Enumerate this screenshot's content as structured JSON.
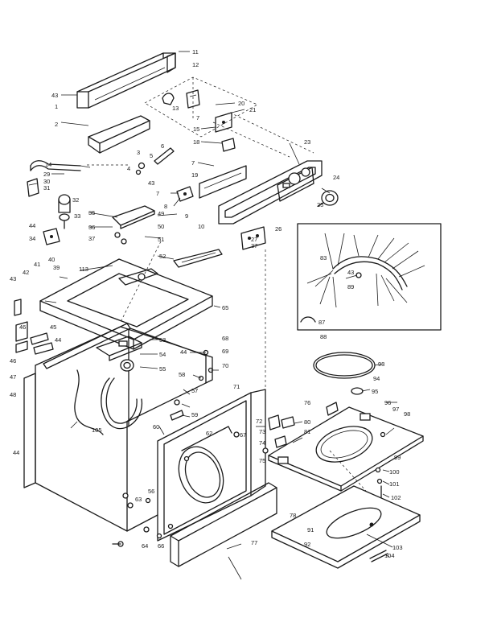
{
  "diagram": {
    "callouts": [
      {
        "id": "c11",
        "text": "11"
      },
      {
        "id": "c12",
        "text": "12"
      },
      {
        "id": "c43a",
        "text": "43"
      },
      {
        "id": "c1",
        "text": "1"
      },
      {
        "id": "c2",
        "text": "2"
      },
      {
        "id": "c13",
        "text": "13"
      },
      {
        "id": "c20",
        "text": "20"
      },
      {
        "id": "c21",
        "text": "21"
      },
      {
        "id": "c7a",
        "text": "7"
      },
      {
        "id": "c15",
        "text": "15"
      },
      {
        "id": "c18",
        "text": "18"
      },
      {
        "id": "c23",
        "text": "23"
      },
      {
        "id": "c3",
        "text": "3"
      },
      {
        "id": "c5",
        "text": "5"
      },
      {
        "id": "c6",
        "text": "6"
      },
      {
        "id": "c4",
        "text": "4"
      },
      {
        "id": "c7b",
        "text": "7"
      },
      {
        "id": "c14",
        "text": "14"
      },
      {
        "id": "c29",
        "text": "29"
      },
      {
        "id": "c30",
        "text": "30"
      },
      {
        "id": "c31",
        "text": "31"
      },
      {
        "id": "c19",
        "text": "19"
      },
      {
        "id": "c43b",
        "text": "43"
      },
      {
        "id": "c24",
        "text": "24"
      },
      {
        "id": "c7c",
        "text": "7"
      },
      {
        "id": "c8",
        "text": "8"
      },
      {
        "id": "c9",
        "text": "9"
      },
      {
        "id": "c25",
        "text": "25"
      },
      {
        "id": "c32",
        "text": "32"
      },
      {
        "id": "c33",
        "text": "33"
      },
      {
        "id": "c35",
        "text": "35"
      },
      {
        "id": "c49",
        "text": "49"
      },
      {
        "id": "c36",
        "text": "36"
      },
      {
        "id": "c50",
        "text": "50"
      },
      {
        "id": "c10",
        "text": "10"
      },
      {
        "id": "c26",
        "text": "26"
      },
      {
        "id": "c44a",
        "text": "44"
      },
      {
        "id": "c34",
        "text": "34"
      },
      {
        "id": "c37a",
        "text": "37"
      },
      {
        "id": "c51",
        "text": "51"
      },
      {
        "id": "c27",
        "text": "27"
      },
      {
        "id": "c37b",
        "text": "37"
      },
      {
        "id": "c40",
        "text": "40"
      },
      {
        "id": "c41",
        "text": "41"
      },
      {
        "id": "c42",
        "text": "42"
      },
      {
        "id": "c39",
        "text": "39"
      },
      {
        "id": "c113",
        "text": "113"
      },
      {
        "id": "c52",
        "text": "52"
      },
      {
        "id": "c43c",
        "text": "43"
      },
      {
        "id": "c83",
        "text": "83"
      },
      {
        "id": "c43d",
        "text": "43"
      },
      {
        "id": "c89",
        "text": "89"
      },
      {
        "id": "c65",
        "text": "65"
      },
      {
        "id": "c87",
        "text": "87"
      },
      {
        "id": "c88",
        "text": "88"
      },
      {
        "id": "c46a",
        "text": "46"
      },
      {
        "id": "c45",
        "text": "45"
      },
      {
        "id": "c44b",
        "text": "44"
      },
      {
        "id": "c53",
        "text": "53"
      },
      {
        "id": "c68",
        "text": "68"
      },
      {
        "id": "c54",
        "text": "54"
      },
      {
        "id": "c44c",
        "text": "44"
      },
      {
        "id": "c69",
        "text": "69"
      },
      {
        "id": "c46b",
        "text": "46"
      },
      {
        "id": "c93",
        "text": "93"
      },
      {
        "id": "c55",
        "text": "55"
      },
      {
        "id": "c70",
        "text": "70"
      },
      {
        "id": "c58",
        "text": "58"
      },
      {
        "id": "c47",
        "text": "47"
      },
      {
        "id": "c94",
        "text": "94"
      },
      {
        "id": "c57",
        "text": "57"
      },
      {
        "id": "c71",
        "text": "71"
      },
      {
        "id": "c95",
        "text": "95"
      },
      {
        "id": "c48",
        "text": "48"
      },
      {
        "id": "c76",
        "text": "76"
      },
      {
        "id": "c96",
        "text": "96"
      },
      {
        "id": "c97",
        "text": "97"
      },
      {
        "id": "c98",
        "text": "98"
      },
      {
        "id": "c59",
        "text": "59"
      },
      {
        "id": "c72",
        "text": "72"
      },
      {
        "id": "c80",
        "text": "80"
      },
      {
        "id": "c105",
        "text": "105"
      },
      {
        "id": "c60",
        "text": "60"
      },
      {
        "id": "c73",
        "text": "73"
      },
      {
        "id": "c81",
        "text": "81"
      },
      {
        "id": "c67",
        "text": "67"
      },
      {
        "id": "c62",
        "text": "62"
      },
      {
        "id": "c74",
        "text": "74"
      },
      {
        "id": "c99",
        "text": "99"
      },
      {
        "id": "c44d",
        "text": "44"
      },
      {
        "id": "c75",
        "text": "75"
      },
      {
        "id": "c100",
        "text": "100"
      },
      {
        "id": "c101",
        "text": "101"
      },
      {
        "id": "c102",
        "text": "102"
      },
      {
        "id": "c56",
        "text": "56"
      },
      {
        "id": "c63",
        "text": "63"
      },
      {
        "id": "c78",
        "text": "78"
      },
      {
        "id": "c91",
        "text": "91"
      },
      {
        "id": "c92",
        "text": "92"
      },
      {
        "id": "c103",
        "text": "103"
      },
      {
        "id": "c77",
        "text": "77"
      },
      {
        "id": "c104",
        "text": "104"
      },
      {
        "id": "c64",
        "text": "64"
      },
      {
        "id": "c66",
        "text": "66"
      }
    ]
  }
}
